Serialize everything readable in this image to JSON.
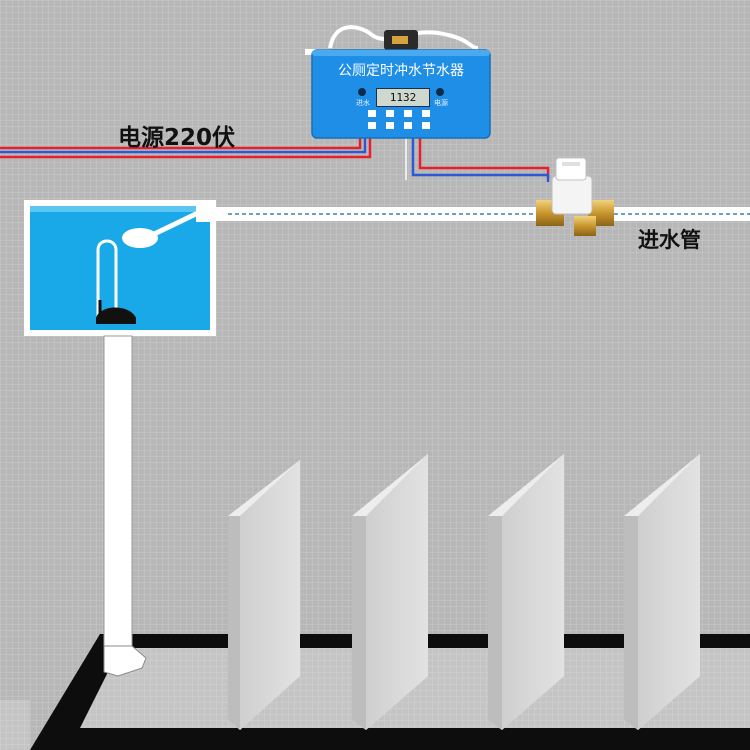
{
  "controller": {
    "title": "公厕定时冲水节水器",
    "display": "1132",
    "label_left": "进水",
    "label_right": "电源",
    "icon": "controller-box-icon"
  },
  "labels": {
    "power": "电源220伏",
    "inlet": "进水管"
  },
  "icons": {
    "tank": "water-tank-icon",
    "valve": "solenoid-valve-icon",
    "float": "float-ball-icon",
    "partition": "urinal-partition-icon"
  },
  "colors": {
    "tank_water": "#1aa9e8",
    "controller": "#1f8ee6",
    "wire_red": "#e8202a",
    "wire_blue": "#2f58d6"
  }
}
